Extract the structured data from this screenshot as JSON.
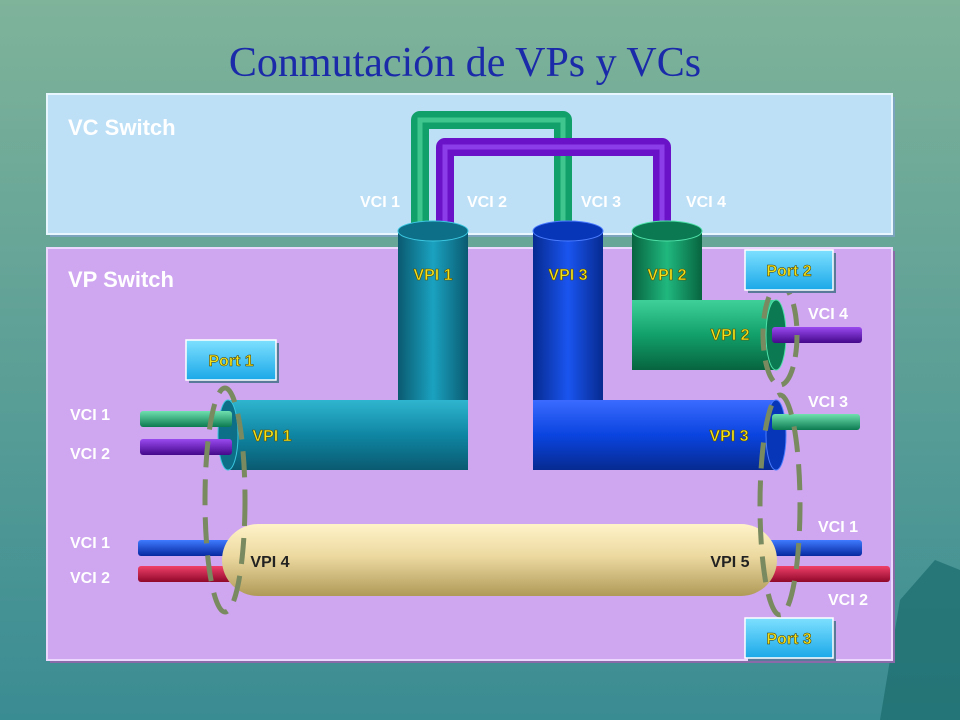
{
  "title": "Conmutación de VPs y VCs",
  "switches": {
    "vc_switch_label": "VC Switch",
    "vp_switch_label": "VP Switch"
  },
  "vc_switch_vcis": [
    "VCI 1",
    "VCI 2",
    "VCI 3",
    "VCI 4"
  ],
  "ports": {
    "port1": "Port 1",
    "port2": "Port 2",
    "port3": "Port 3"
  },
  "pipes": {
    "vpi1_top": "VPI 1",
    "vpi3_top": "VPI 3",
    "vpi2_top": "VPI 2",
    "vpi2_side": "VPI 2",
    "vpi1_side": "VPI 1",
    "vpi3_side": "VPI 3",
    "vpi4": "VPI 4",
    "vpi5": "VPI 5"
  },
  "side_vcis": {
    "left_vci1_a": "VCI 1",
    "left_vci2_a": "VCI 2",
    "left_vci1_b": "VCI 1",
    "left_vci2_b": "VCI 2",
    "right_vci4": "VCI 4",
    "right_vci3": "VCI 3",
    "right_vci1": "VCI 1",
    "right_vci2": "VCI 2"
  },
  "colors": {
    "vc_switch_fill": "#bde0f7",
    "vp_switch_fill": "#cfa6f0",
    "teal_pipe": "#0f86a3",
    "blue_pipe": "#0a44e0",
    "green_pipe": "#12a06a",
    "purple_pipe": "#6a12c8",
    "tan_pipe": "#ecd9a0",
    "red_pipe": "#d01040",
    "label_yellow": "#f2e21c",
    "title_blue": "#1a2aa8"
  }
}
